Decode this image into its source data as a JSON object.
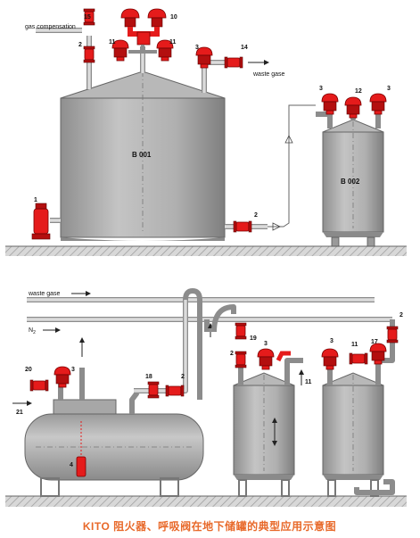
{
  "top_diagram": {
    "labels": {
      "gas_compensation": "gas compensation",
      "waste_gas": "waste gase",
      "tank_b001": "B 001",
      "tank_b002": "B 002"
    },
    "numbers": {
      "n15": "15",
      "n2a": "2",
      "n10": "10",
      "n11a": "11",
      "n11b": "11",
      "n3a": "3",
      "n14": "14",
      "n1": "1",
      "n2b": "2",
      "n3b": "3",
      "n12": "12",
      "n3c": "3"
    }
  },
  "bottom_diagram": {
    "labels": {
      "waste_gase": "waste gase",
      "n2": "N",
      "n2_sub": "2"
    },
    "numbers": {
      "n20": "20",
      "n3d": "3",
      "n21": "21",
      "n18": "18",
      "n2c": "2",
      "n4": "4",
      "n19": "19",
      "n2d": "2",
      "n3e": "3",
      "n11c": "11",
      "n3f": "3",
      "n11d": "11",
      "n17": "17",
      "n2e": "2"
    }
  },
  "caption": "KITO 阻火器、呼吸阀在地下储罐的典型应用示意图",
  "colors": {
    "valve_red": "#e51b1b",
    "tank_gray": "#a9a9a9",
    "pipe_gray": "#8c8c8c",
    "caption_orange": "#e8692a"
  }
}
